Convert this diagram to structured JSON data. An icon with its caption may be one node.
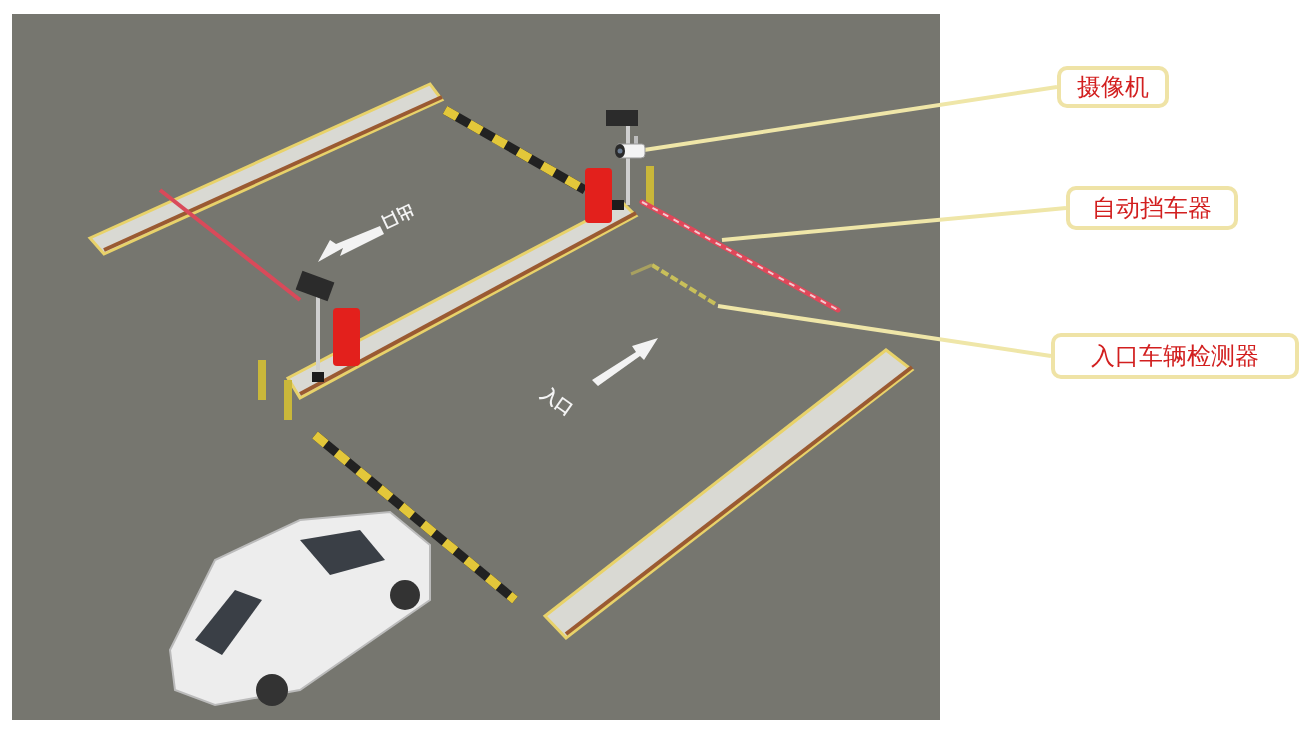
{
  "diagram": {
    "nodes": [
      {
        "text": [
          "摄像机"
        ]
      },
      {
        "text": [
          "自动挡车器"
        ]
      },
      {
        "text": [
          "入口车辆检测器"
        ]
      },
      {
        "text": [],
        "shape": "picture"
      },
      {
        "text": [],
        "shape": "picture"
      },
      {
        "text": [],
        "shape": "picture"
      }
    ],
    "edges": [
      {
        "from": 0,
        "to": 3,
        "arrow": "none"
      },
      {
        "from": 1,
        "to": 4,
        "arrow": "none"
      },
      {
        "from": 2,
        "to": 5,
        "arrow": "none"
      }
    ],
    "labels": [
      "出口",
      "入口"
    ]
  }
}
